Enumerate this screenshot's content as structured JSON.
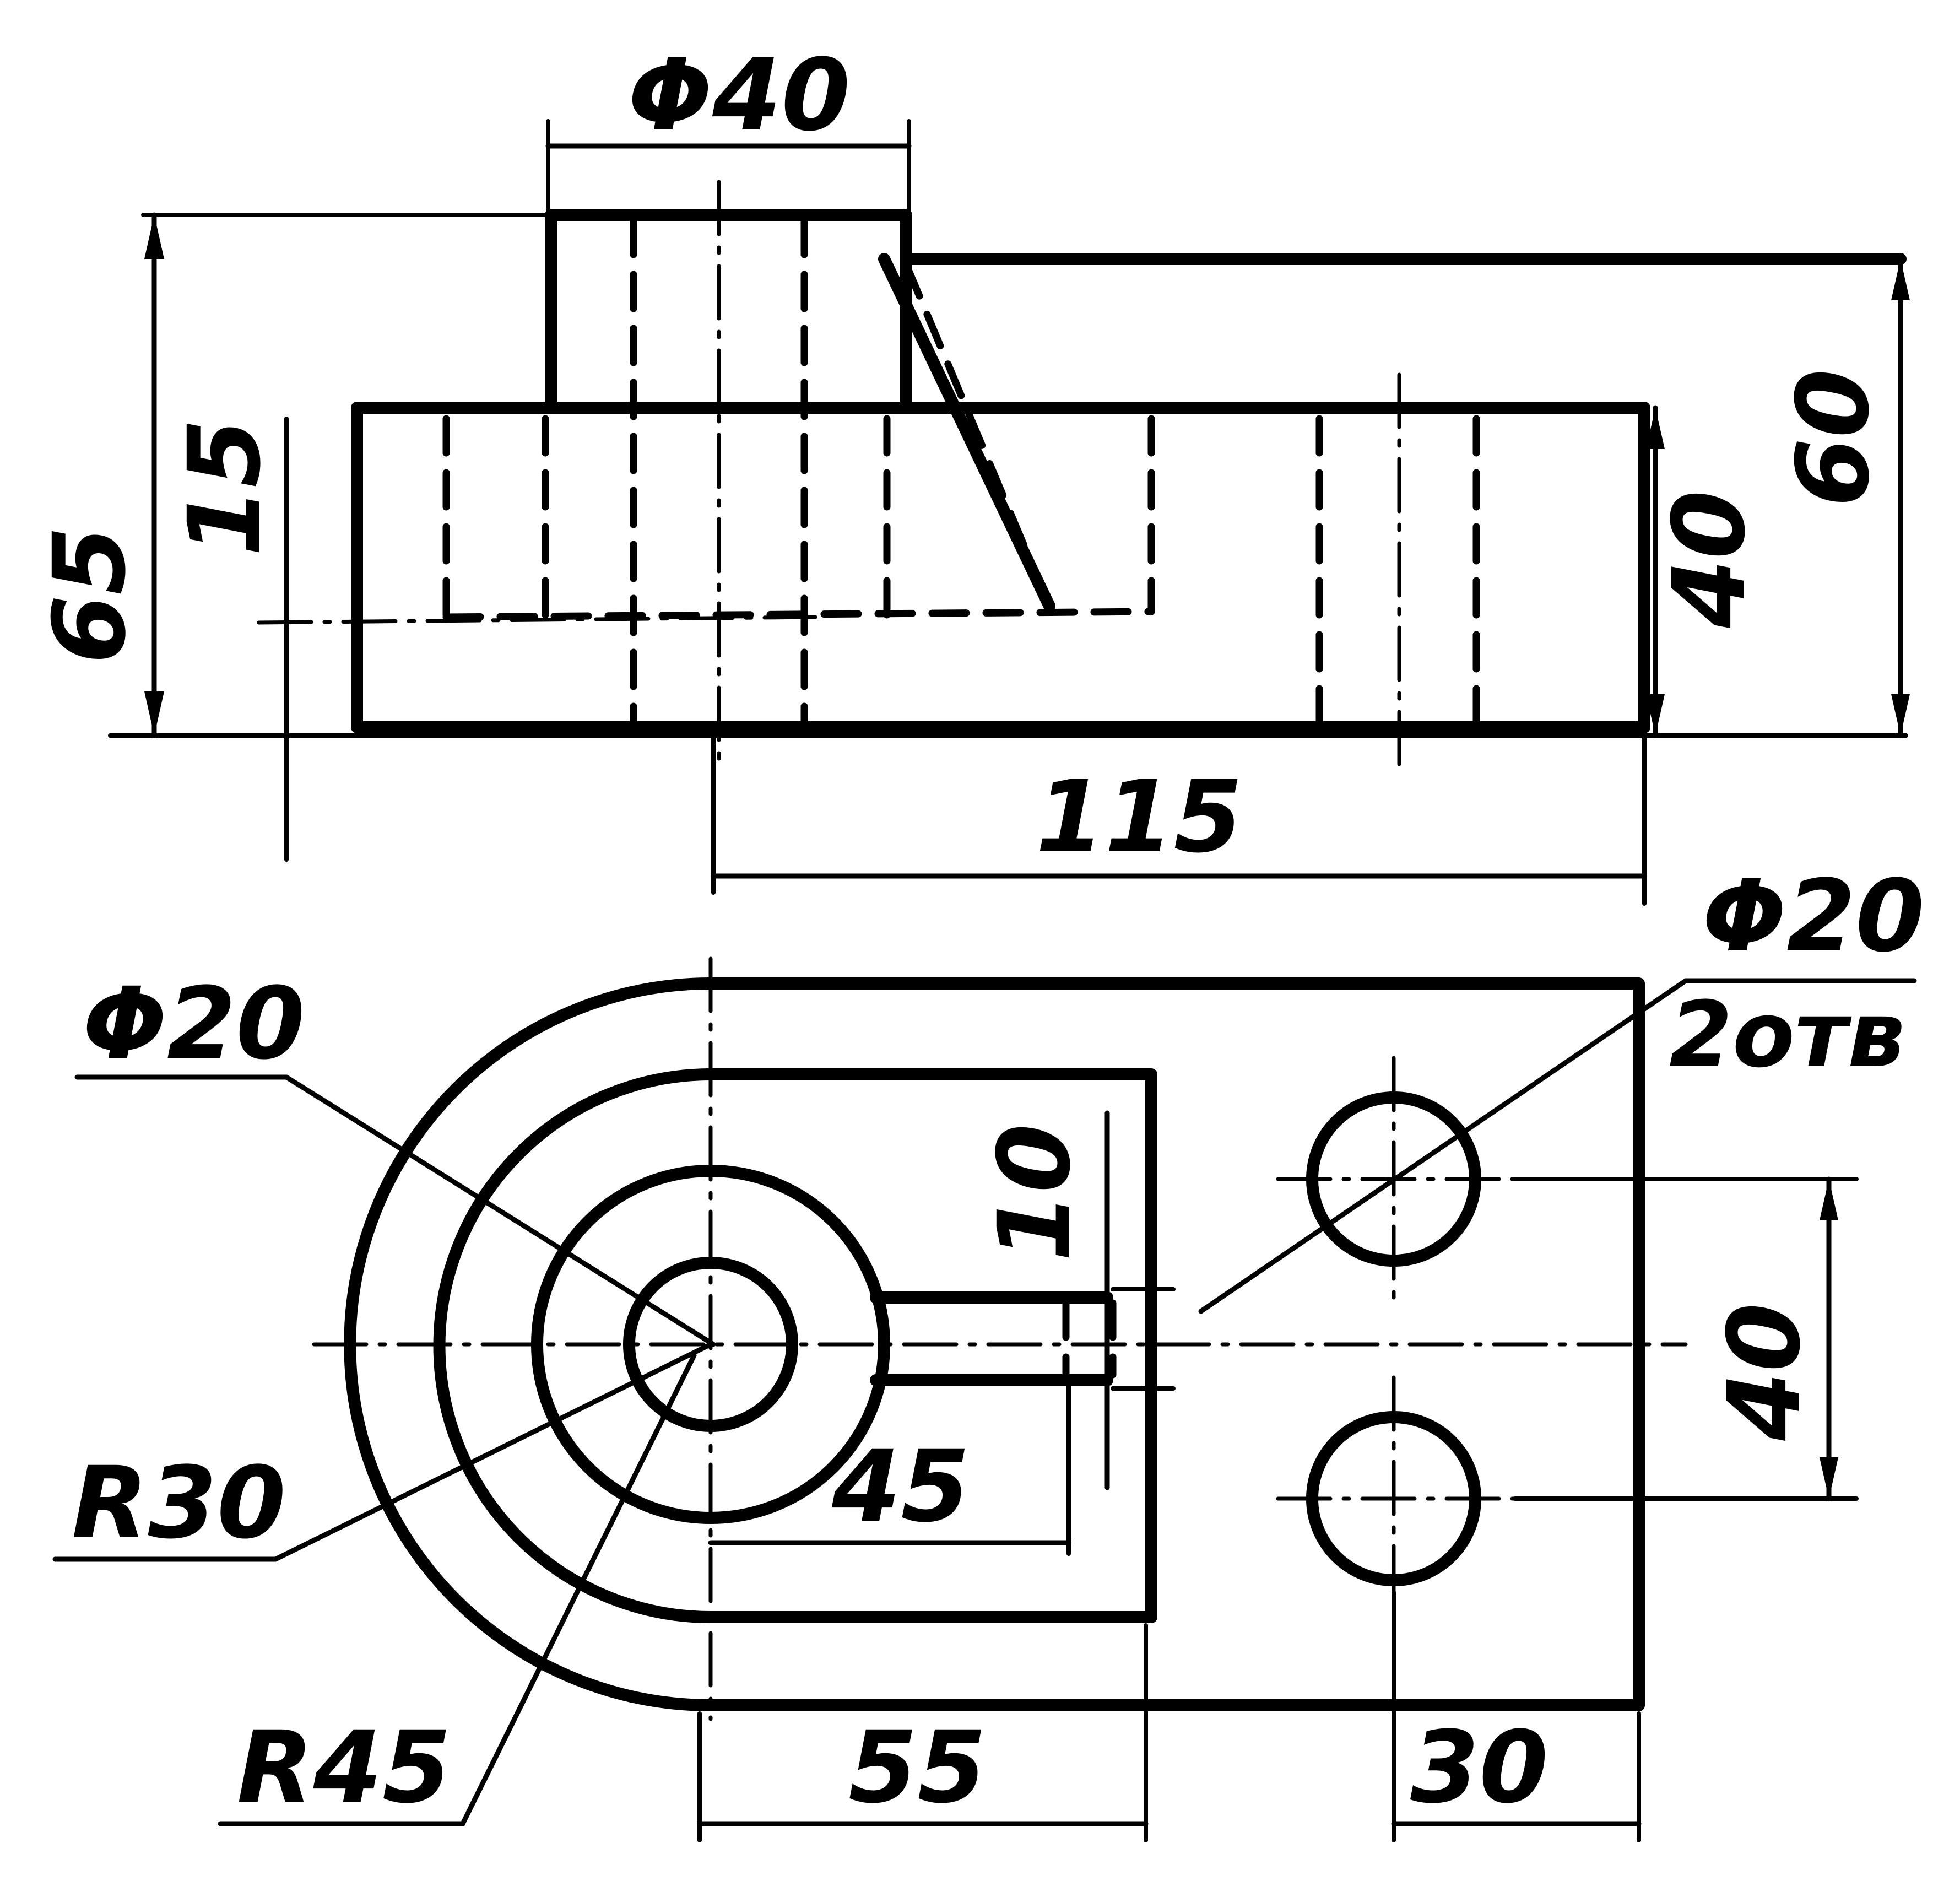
{
  "front_view": {
    "boss_diameter": "Φ40",
    "overall_height": "65",
    "slot_height": "15",
    "block_height": "40",
    "right_height": "60",
    "hole_span": "115"
  },
  "top_view": {
    "bore_diameter": "Φ20",
    "hole_diameter": "Φ20",
    "hole_count": "2отв",
    "inner_radius": "R30",
    "outer_radius": "R45",
    "slot_width": "10",
    "slot_length": "45",
    "hole_spacing": "40",
    "center_to_step": "55",
    "hole_to_edge": "30"
  }
}
